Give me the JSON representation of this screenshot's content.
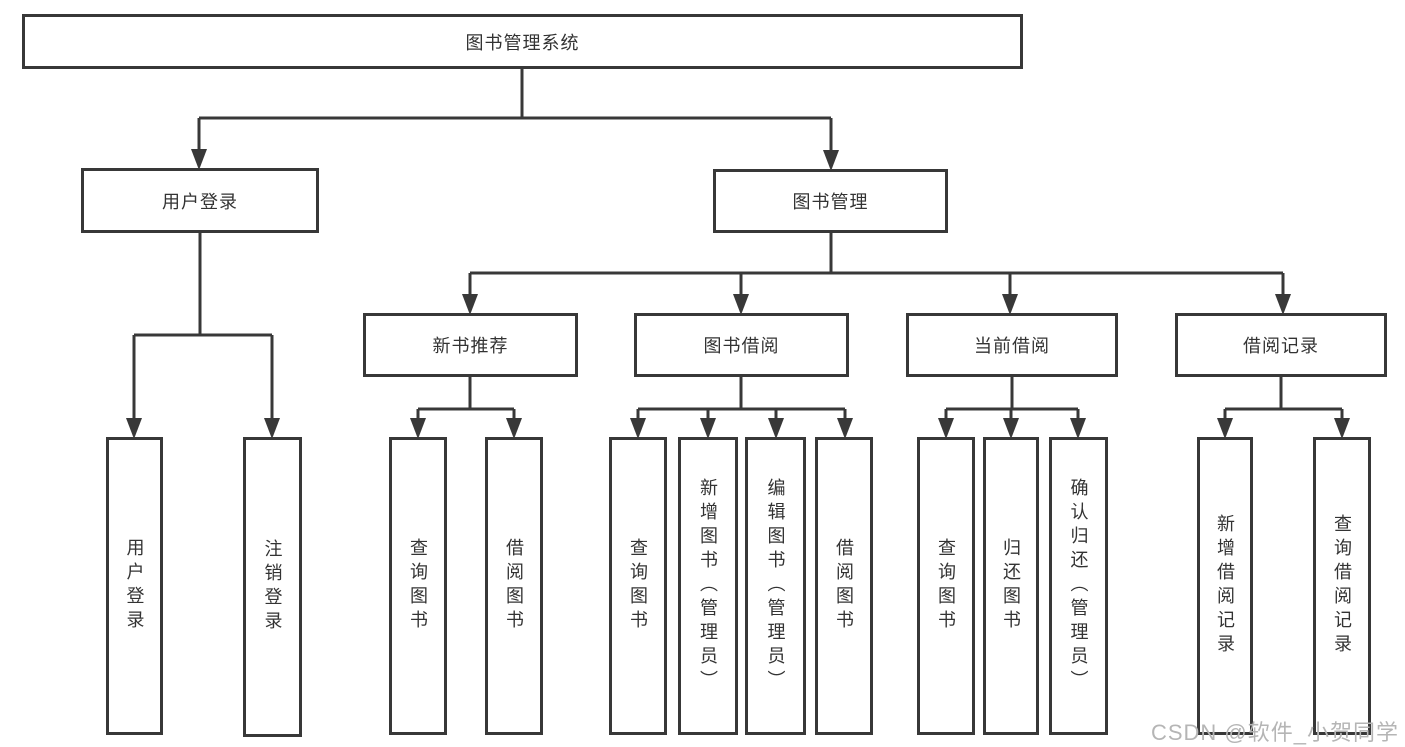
{
  "diagram": {
    "title_node": "图书管理系统",
    "root": {
      "label": "图书管理系统"
    },
    "modules": [
      {
        "label": "用户登录",
        "children": [
          {
            "label": "用户登录"
          },
          {
            "label": "注销登录"
          }
        ]
      },
      {
        "label": "图书管理",
        "children": [
          {
            "label": "新书推荐",
            "children": [
              {
                "label": "查询图书"
              },
              {
                "label": "借阅图书"
              }
            ]
          },
          {
            "label": "图书借阅",
            "children": [
              {
                "label": "查询图书"
              },
              {
                "label": "新增图书（管理员）"
              },
              {
                "label": "编辑图书（管理员）"
              },
              {
                "label": "借阅图书"
              }
            ]
          },
          {
            "label": "当前借阅",
            "children": [
              {
                "label": "查询图书"
              },
              {
                "label": "归还图书"
              },
              {
                "label": "确认归还（管理员）"
              }
            ]
          },
          {
            "label": "借阅记录",
            "children": [
              {
                "label": "新增借阅记录"
              },
              {
                "label": "查询借阅记录"
              }
            ]
          }
        ]
      }
    ]
  },
  "watermark": {
    "text": "CSDN @软件_小贺同学",
    "color": "#b5b5b5"
  },
  "colors": {
    "line": "#383838",
    "box_border": "#383838",
    "text": "#333333",
    "background": "#ffffff",
    "watermark": "#b5b5b5"
  }
}
